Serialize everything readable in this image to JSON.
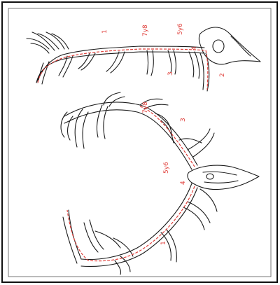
{
  "colors": {
    "outline": "#1a1a1a",
    "measure_line": "#e0413c",
    "labels": "#e0413c",
    "border": "#111111"
  },
  "figures": {
    "top": {
      "labels": {
        "l1": "1",
        "l2": "2",
        "l3": "3",
        "l4": "4",
        "l5y6": "5y6",
        "l7y8": "7y8"
      }
    },
    "bottom": {
      "labels": {
        "l1": "1",
        "l3": "3",
        "l4": "4",
        "l5y6": "5y6",
        "l7y8": "7y8"
      }
    }
  }
}
